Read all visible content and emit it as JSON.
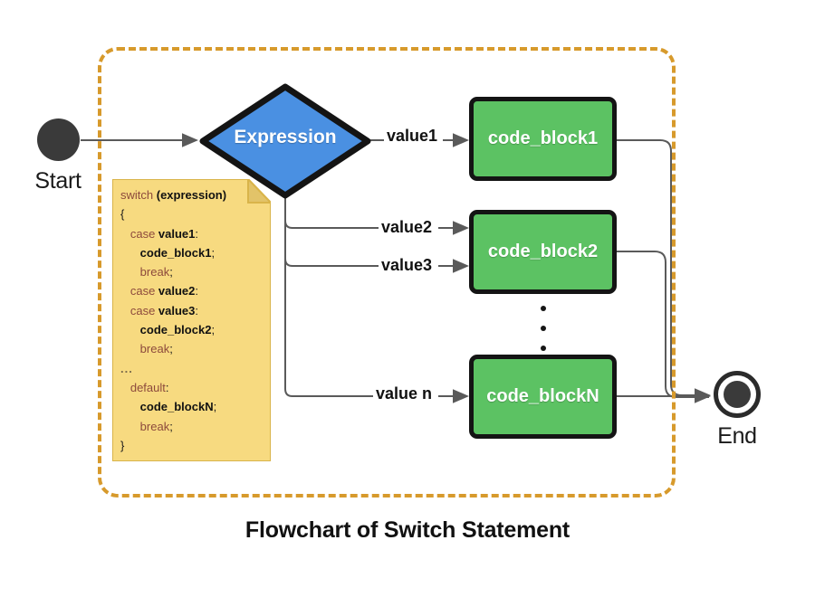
{
  "diagram": {
    "caption": "Flowchart of Switch Statement",
    "type": "flowchart"
  },
  "colors": {
    "dashed_border": "#D79A2C",
    "decision_fill": "#4A90E2",
    "process_fill": "#5CC263",
    "terminator_fill": "#3A3A3A",
    "note_fill": "#F7DA80",
    "note_border": "#D9B44A",
    "keyword": "#8D4A3C",
    "identifier": "#111111",
    "connector": "#5a5a5a"
  },
  "nodes": {
    "start": {
      "label": "Start",
      "shape": "filled-circle"
    },
    "end": {
      "label": "End",
      "shape": "double-circle"
    },
    "decision": {
      "label": "Expression",
      "shape": "diamond"
    },
    "processes": [
      {
        "label": "code_block1",
        "shape": "rounded-rect"
      },
      {
        "label": "code_block2",
        "shape": "rounded-rect"
      },
      {
        "label": "code_blockN",
        "shape": "rounded-rect"
      }
    ],
    "ellipsis": "vertical-dots"
  },
  "edges": [
    {
      "from": "start",
      "to": "decision",
      "label": ""
    },
    {
      "from": "decision",
      "to": "code_block1",
      "label": "value1"
    },
    {
      "from": "decision",
      "to": "code_block2",
      "label": "value2"
    },
    {
      "from": "decision",
      "to": "code_block2",
      "label": "value3"
    },
    {
      "from": "decision",
      "to": "code_blockN",
      "label": "value n"
    },
    {
      "from": "code_block1",
      "to": "end",
      "label": ""
    },
    {
      "from": "code_block2",
      "to": "end",
      "label": ""
    },
    {
      "from": "code_blockN",
      "to": "end",
      "label": ""
    }
  ],
  "edge_labels": {
    "value1": "value1",
    "value2": "value2",
    "value3": "value3",
    "value_n": "value n"
  },
  "code_note": {
    "lines": [
      [
        {
          "t": "switch ",
          "c": "kw"
        },
        {
          "t": "(expression)",
          "c": "ident"
        }
      ],
      [
        {
          "t": "{",
          "c": "punc"
        }
      ],
      [
        {
          "t": "   ",
          "c": "punc"
        },
        {
          "t": "case ",
          "c": "kw"
        },
        {
          "t": "value1",
          "c": "ident"
        },
        {
          "t": ":",
          "c": "punc"
        }
      ],
      [
        {
          "t": "      ",
          "c": "punc"
        },
        {
          "t": "code_block1",
          "c": "ident"
        },
        {
          "t": ";",
          "c": "punc"
        }
      ],
      [
        {
          "t": "      ",
          "c": "punc"
        },
        {
          "t": "break",
          "c": "kw"
        },
        {
          "t": ";",
          "c": "punc"
        }
      ],
      [
        {
          "t": "   ",
          "c": "punc"
        },
        {
          "t": "case ",
          "c": "kw"
        },
        {
          "t": "value2",
          "c": "ident"
        },
        {
          "t": ":",
          "c": "punc"
        }
      ],
      [
        {
          "t": "   ",
          "c": "punc"
        },
        {
          "t": "case ",
          "c": "kw"
        },
        {
          "t": "value3",
          "c": "ident"
        },
        {
          "t": ":",
          "c": "punc"
        }
      ],
      [
        {
          "t": "      ",
          "c": "punc"
        },
        {
          "t": "code_block2",
          "c": "ident"
        },
        {
          "t": ";",
          "c": "punc"
        }
      ],
      [
        {
          "t": "      ",
          "c": "punc"
        },
        {
          "t": "break",
          "c": "kw"
        },
        {
          "t": ";",
          "c": "punc"
        }
      ],
      [
        {
          "t": "...",
          "c": "dots"
        }
      ],
      [
        {
          "t": "   ",
          "c": "punc"
        },
        {
          "t": "default",
          "c": "kw"
        },
        {
          "t": ":",
          "c": "punc"
        }
      ],
      [
        {
          "t": "      ",
          "c": "punc"
        },
        {
          "t": "code_blockN",
          "c": "ident"
        },
        {
          "t": ";",
          "c": "punc"
        }
      ],
      [
        {
          "t": "      ",
          "c": "punc"
        },
        {
          "t": "break",
          "c": "kw"
        },
        {
          "t": ";",
          "c": "punc"
        }
      ],
      [
        {
          "t": "}",
          "c": "punc"
        }
      ]
    ]
  }
}
